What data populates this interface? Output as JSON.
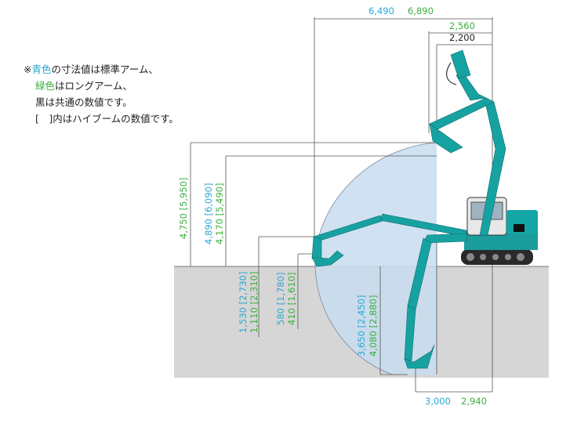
{
  "legend": {
    "line1_prefix": "※",
    "line1_blue": "青色",
    "line1_rest": "の寸法値は標準アーム、",
    "line2_green": "緑色",
    "line2_rest": "はロングアーム、",
    "line3": "黒は共通の数値です。",
    "line4": "[　]内はハイブームの数値です。"
  },
  "dimensions": {
    "max_reach_std": "6,490",
    "max_reach_long": "6,890",
    "top_std": "2,560",
    "top_common": "2,200",
    "height_std": "4,750 [5,950]",
    "height2_std": "4,890 [6,090]",
    "height2_long": "4,170 [5,490]",
    "ground_std": "1,530 [2,730]",
    "ground_long": "1,110 [2,310]",
    "low_std": "580 [1,780]",
    "low_long": "410 [1,610]",
    "depth_std": "3,650 [2,450]",
    "depth_long": "4,080 [2,880]",
    "bottom_std": "3,000",
    "bottom_long": "2,940"
  },
  "colors": {
    "standard_arm": "#29a7d6",
    "long_arm": "#3cae3f",
    "common": "#222222",
    "machine": "#1aa6a6",
    "ground": "#d8d8d8",
    "envelope": "#c5d9ea"
  }
}
